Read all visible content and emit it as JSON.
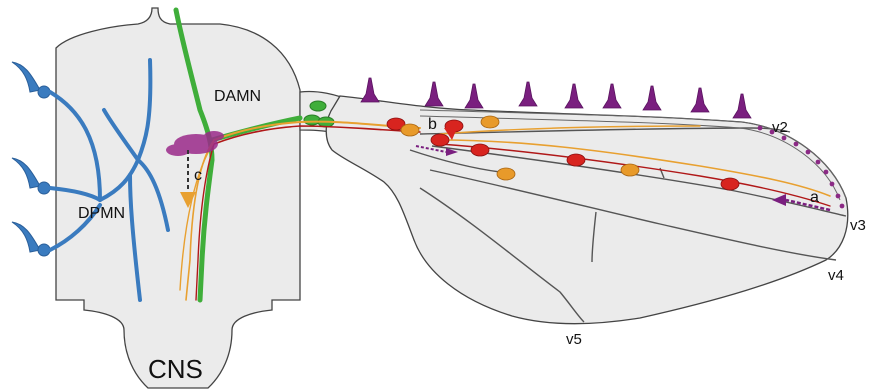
{
  "labels": {
    "cns": "CNS",
    "damn": "DAMN",
    "dpmn": "DPMN",
    "a": "a",
    "b": "b",
    "c": "c",
    "v2": "v2",
    "v3": "v3",
    "v4": "v4",
    "v5": "v5"
  },
  "colors": {
    "tissue_fill": "#ebebeb",
    "outline": "#444444",
    "dpmn_neuron": "#3a7bbf",
    "damn_neuron": "#3fae3a",
    "sensory_bristle": "#7a1f7f",
    "campaniform_red": "#d8241f",
    "campaniform_orange": "#e89a2a",
    "axon_orange": "#e8a030",
    "axon_red": "#b01818",
    "terminal_magenta": "#9b2a8a"
  }
}
